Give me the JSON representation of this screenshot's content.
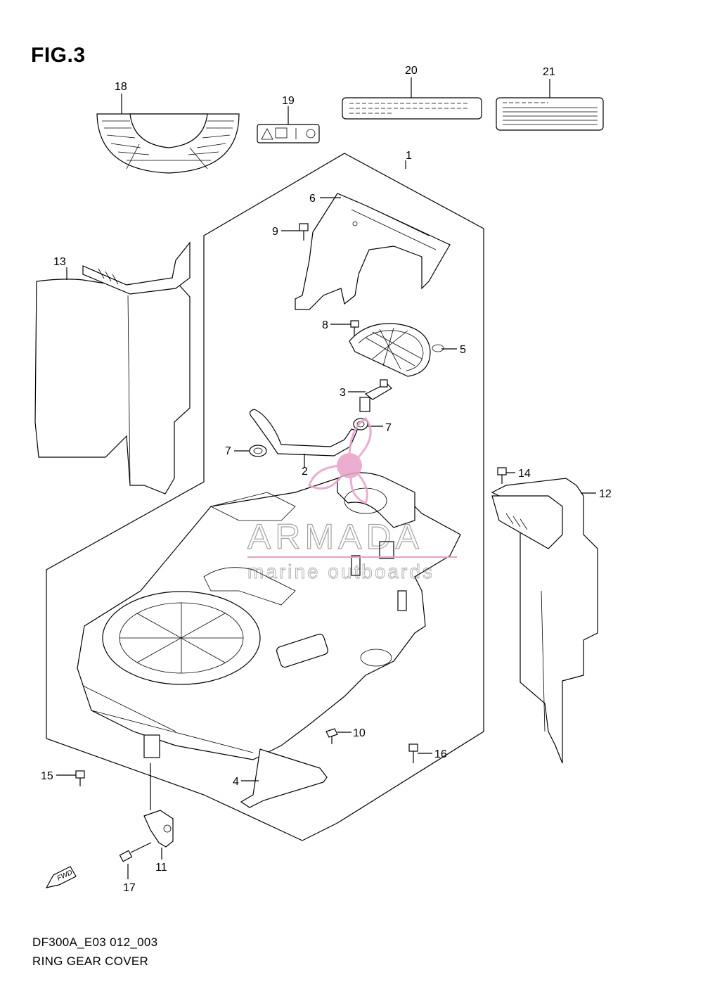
{
  "figure": {
    "title": "FIG.3"
  },
  "footer": {
    "code": "DF300A_E03 012_003",
    "name": "RING GEAR COVER"
  },
  "watermark": {
    "brand": "ARMADA",
    "tagline": "marine outboards",
    "accent_color": "#e8a0c8"
  },
  "fwd_label": "FWD",
  "callouts": {
    "c1": "1",
    "c2": "2",
    "c3": "3",
    "c4": "4",
    "c5": "5",
    "c6": "6",
    "c7a": "7",
    "c7b": "7",
    "c8": "8",
    "c9": "9",
    "c10": "10",
    "c11": "11",
    "c12": "12",
    "c13": "13",
    "c14": "14",
    "c15": "15",
    "c16": "16",
    "c17": "17",
    "c18": "18",
    "c19": "19",
    "c20": "20",
    "c21": "21"
  }
}
